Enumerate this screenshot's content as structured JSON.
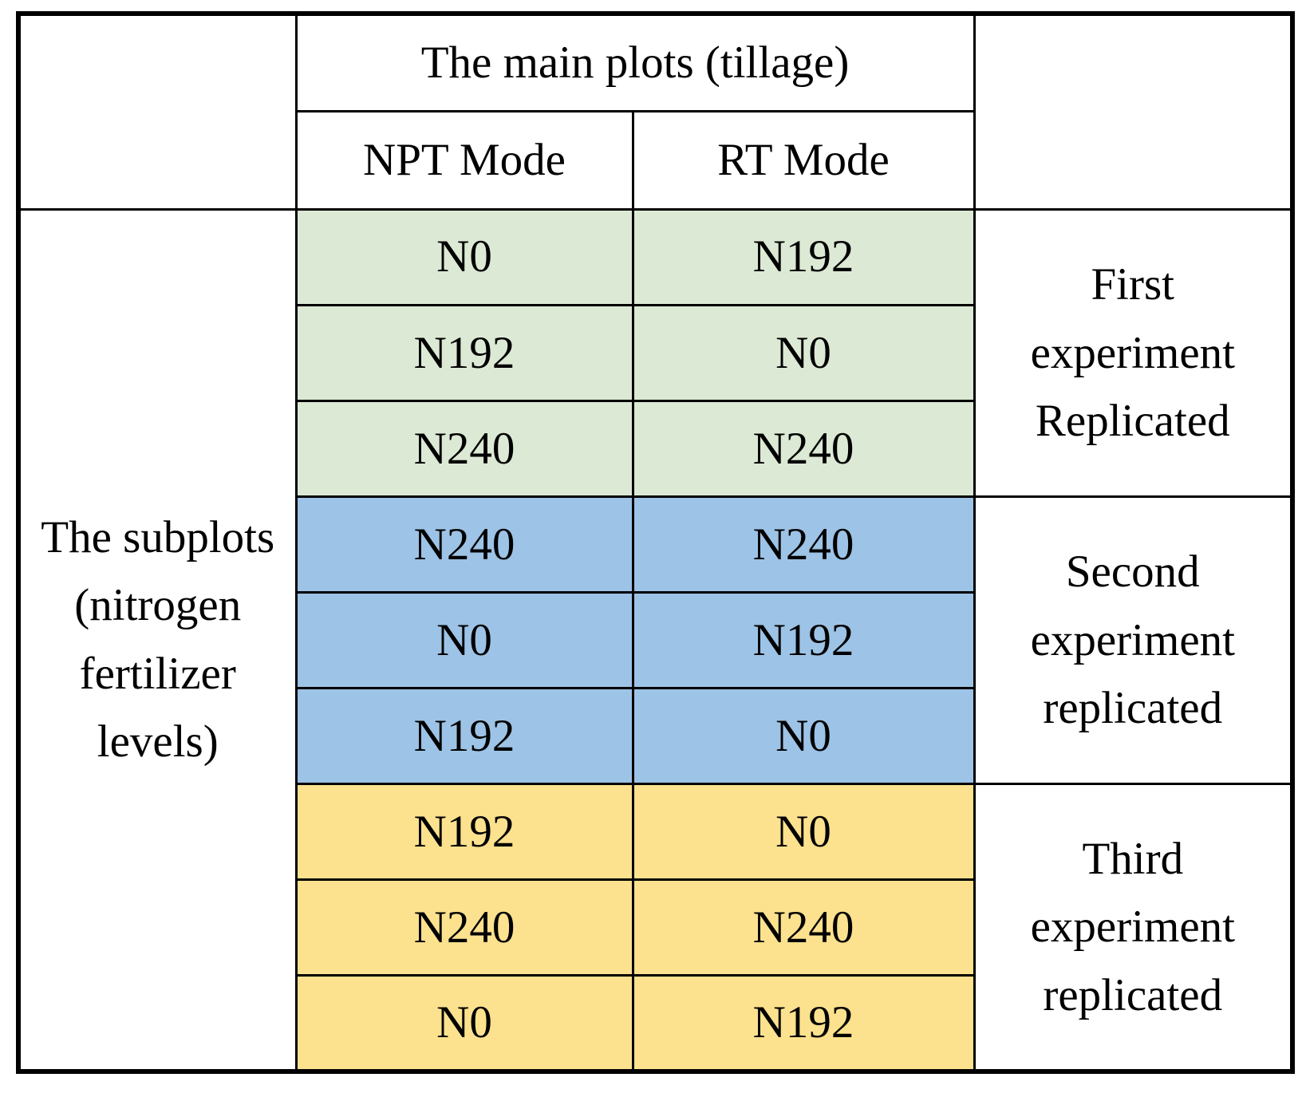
{
  "table": {
    "top_header": "The main plots (tillage)",
    "col_headers": [
      "NPT Mode",
      "RT Mode"
    ],
    "row_header": "The subplots (nitrogen fertilizer levels)",
    "colors": {
      "first_section_bg": "#dce9d4",
      "second_section_bg": "#9dc3e6",
      "third_section_bg": "#fce18e",
      "border": "#000000",
      "text": "#000000"
    },
    "sections": [
      {
        "label": "First experiment Replicated",
        "rows": [
          [
            "N0",
            "N192"
          ],
          [
            "N192",
            "N0"
          ],
          [
            "N240",
            "N240"
          ]
        ]
      },
      {
        "label": "Second experiment replicated",
        "rows": [
          [
            "N240",
            "N240"
          ],
          [
            "N0",
            "N192"
          ],
          [
            "N192",
            "N0"
          ]
        ]
      },
      {
        "label": "Third experiment replicated",
        "rows": [
          [
            "N192",
            "N0"
          ],
          [
            "N240",
            "N240"
          ],
          [
            "N0",
            "N192"
          ]
        ]
      }
    ]
  }
}
